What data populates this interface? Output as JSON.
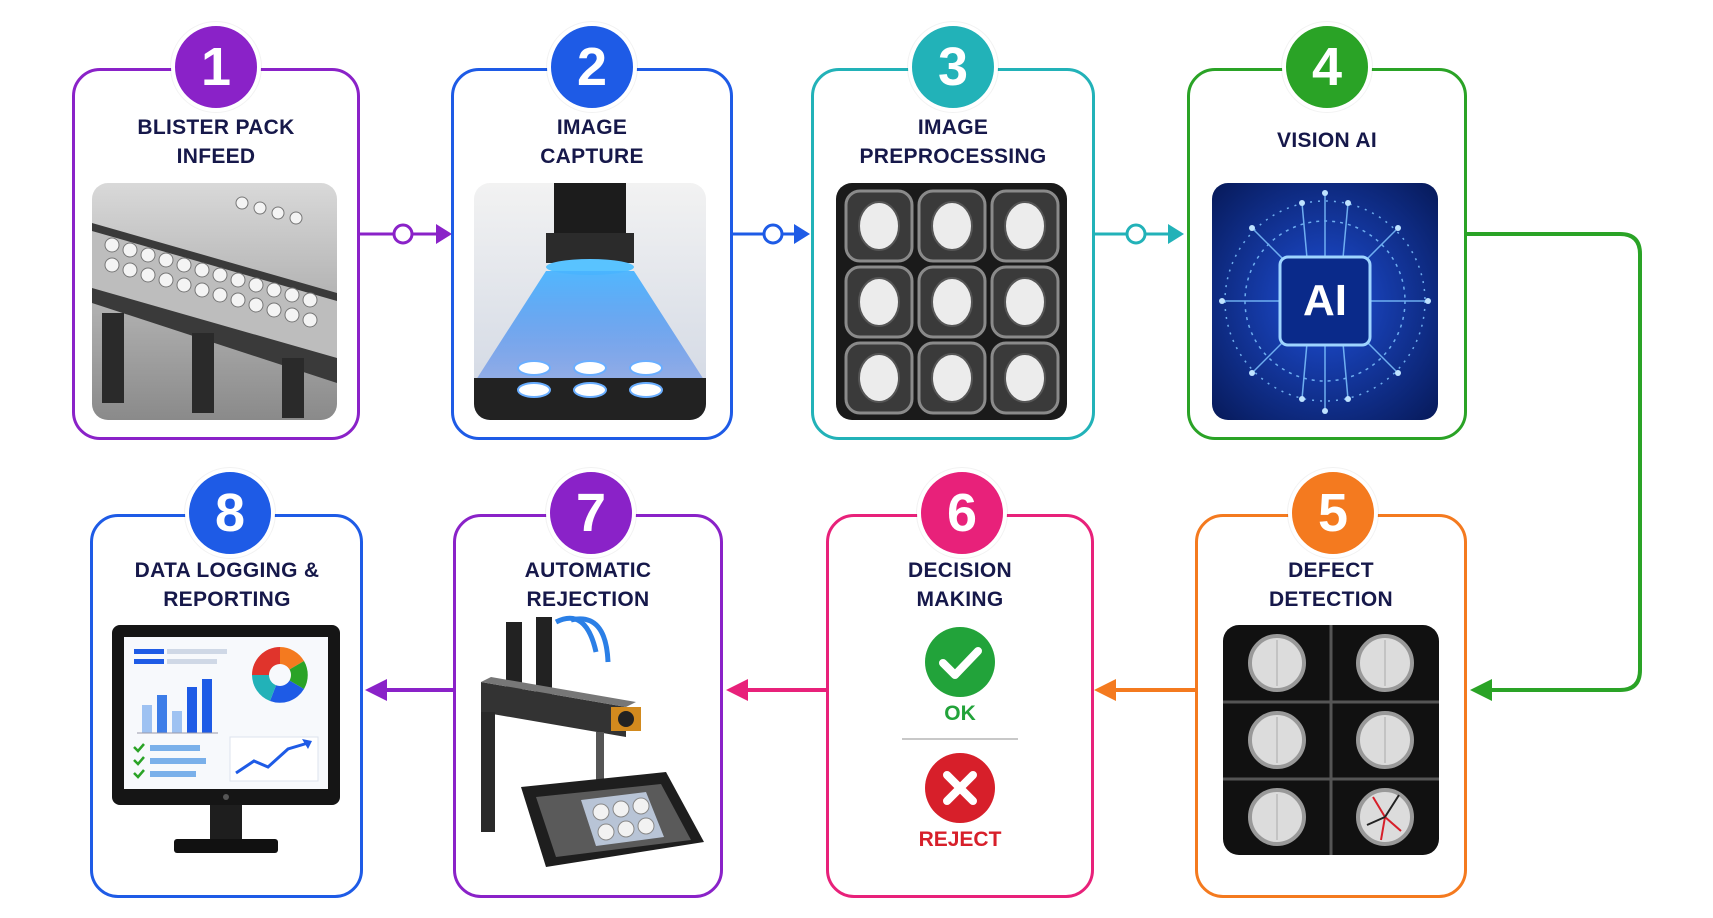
{
  "steps": [
    {
      "number": "1",
      "title": "BLISTER PACK\nINFEED",
      "color": "#8a22c8",
      "icon": "blister-conveyor-photo"
    },
    {
      "number": "2",
      "title": "IMAGE\nCAPTURE",
      "color": "#1e5be6",
      "icon": "camera-lighting-photo"
    },
    {
      "number": "3",
      "title": "IMAGE\nPREPROCESSING",
      "color": "#22b2b8",
      "icon": "processed-blister-photo"
    },
    {
      "number": "4",
      "title": "VISION AI",
      "color": "#2aa326",
      "icon": "ai-chip-image",
      "chip_label": "AI"
    },
    {
      "number": "5",
      "title": "DEFECT\nDETECTION",
      "color": "#f47a1f",
      "icon": "defect-blister-photo"
    },
    {
      "number": "6",
      "title": "DECISION\nMAKING",
      "color": "#e8217a",
      "icon": "decision-icons",
      "ok_label": "OK",
      "reject_label": "REJECT"
    },
    {
      "number": "7",
      "title": "AUTOMATIC\nREJECTION",
      "color": "#8a22c8",
      "icon": "rejection-arm-photo"
    },
    {
      "number": "8",
      "title": "DATA LOGGING &\nREPORTING",
      "color": "#1e5be6",
      "icon": "dashboard-monitor"
    }
  ],
  "colors": {
    "ok_green": "#22a33a",
    "reject_red": "#d71f2a",
    "title_navy": "#16184a"
  }
}
